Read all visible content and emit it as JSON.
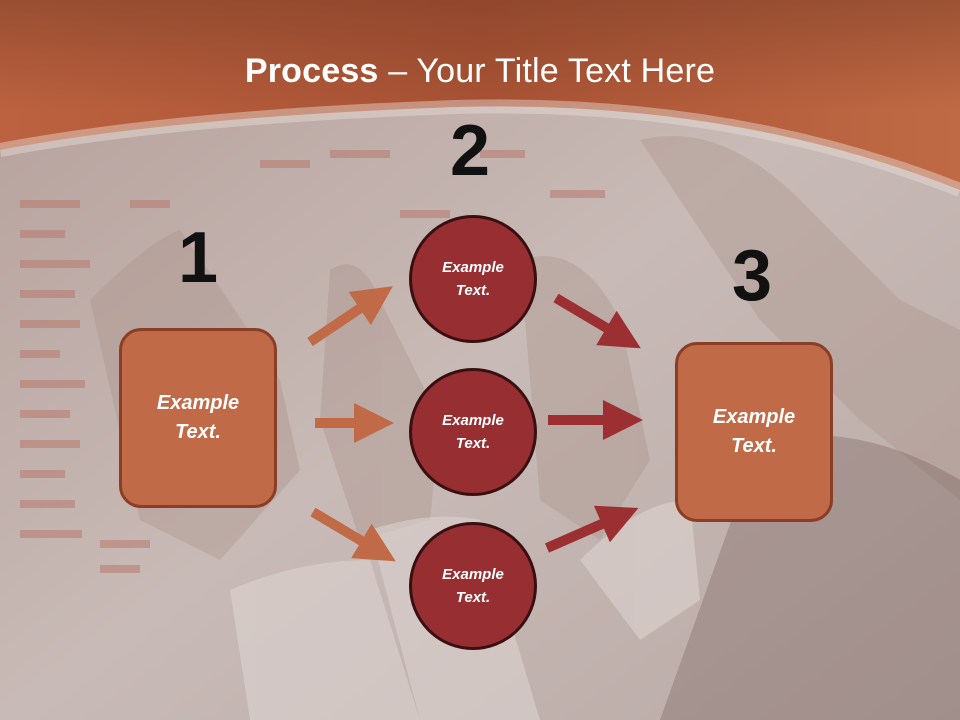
{
  "slide": {
    "title_bold": "Process",
    "title_rest": " – Your Title Text Here",
    "colors": {
      "header": "#b8603d",
      "box_fill": "#c06a47",
      "box_border": "#8a3e25",
      "circle_fill": "#972f32",
      "circle_border": "#3a0f10",
      "arrow_left": "#c06a47",
      "arrow_right": "#9b2f32"
    }
  },
  "steps": {
    "step1": {
      "number": "1",
      "text": "Example\nText."
    },
    "step2": {
      "number": "2",
      "circles": [
        {
          "text": "Example\nText."
        },
        {
          "text": "Example\nText."
        },
        {
          "text": "Example\nText."
        }
      ]
    },
    "step3": {
      "number": "3",
      "text": "Example\nText."
    }
  }
}
